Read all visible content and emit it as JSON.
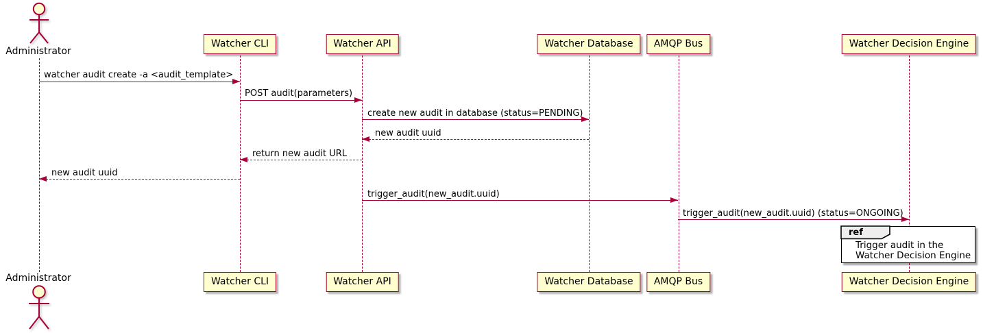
{
  "diagram": {
    "type": "sequence",
    "colors": {
      "participant_fill": "#FEFECE",
      "stroke": "#A80036",
      "ref_fill": "#FFFFFF",
      "ref_tab_fill": "#EEEEEE",
      "ref_stroke": "#000000",
      "text": "#000000",
      "background": "#FFFFFF"
    },
    "actor": {
      "name": "Administrator"
    },
    "participants": [
      {
        "name": "Watcher CLI"
      },
      {
        "name": "Watcher API"
      },
      {
        "name": "Watcher Database"
      },
      {
        "name": "AMQP Bus"
      },
      {
        "name": "Watcher Decision Engine"
      }
    ],
    "messages": [
      {
        "from": "Administrator",
        "to": "Watcher CLI",
        "style": "solid",
        "text": "watcher audit create -a <audit_template>"
      },
      {
        "from": "Watcher CLI",
        "to": "Watcher API",
        "style": "solid",
        "text": "POST audit(parameters)"
      },
      {
        "from": "Watcher API",
        "to": "Watcher Database",
        "style": "solid",
        "text": "create new audit in database (status=PENDING)"
      },
      {
        "from": "Watcher Database",
        "to": "Watcher API",
        "style": "dashed",
        "text": "new audit uuid"
      },
      {
        "from": "Watcher API",
        "to": "Watcher CLI",
        "style": "dashed",
        "text": "return new audit URL"
      },
      {
        "from": "Watcher CLI",
        "to": "Administrator",
        "style": "dashed",
        "text": "new audit uuid"
      },
      {
        "from": "Watcher API",
        "to": "AMQP Bus",
        "style": "solid",
        "text": "trigger_audit(new_audit.uuid)"
      },
      {
        "from": "AMQP Bus",
        "to": "Watcher Decision Engine",
        "style": "solid",
        "text": "trigger_audit(new_audit.uuid) (status=ONGOING)"
      }
    ],
    "ref": {
      "label": "ref",
      "lines": [
        "Trigger audit in the",
        "Watcher Decision Engine"
      ]
    }
  }
}
